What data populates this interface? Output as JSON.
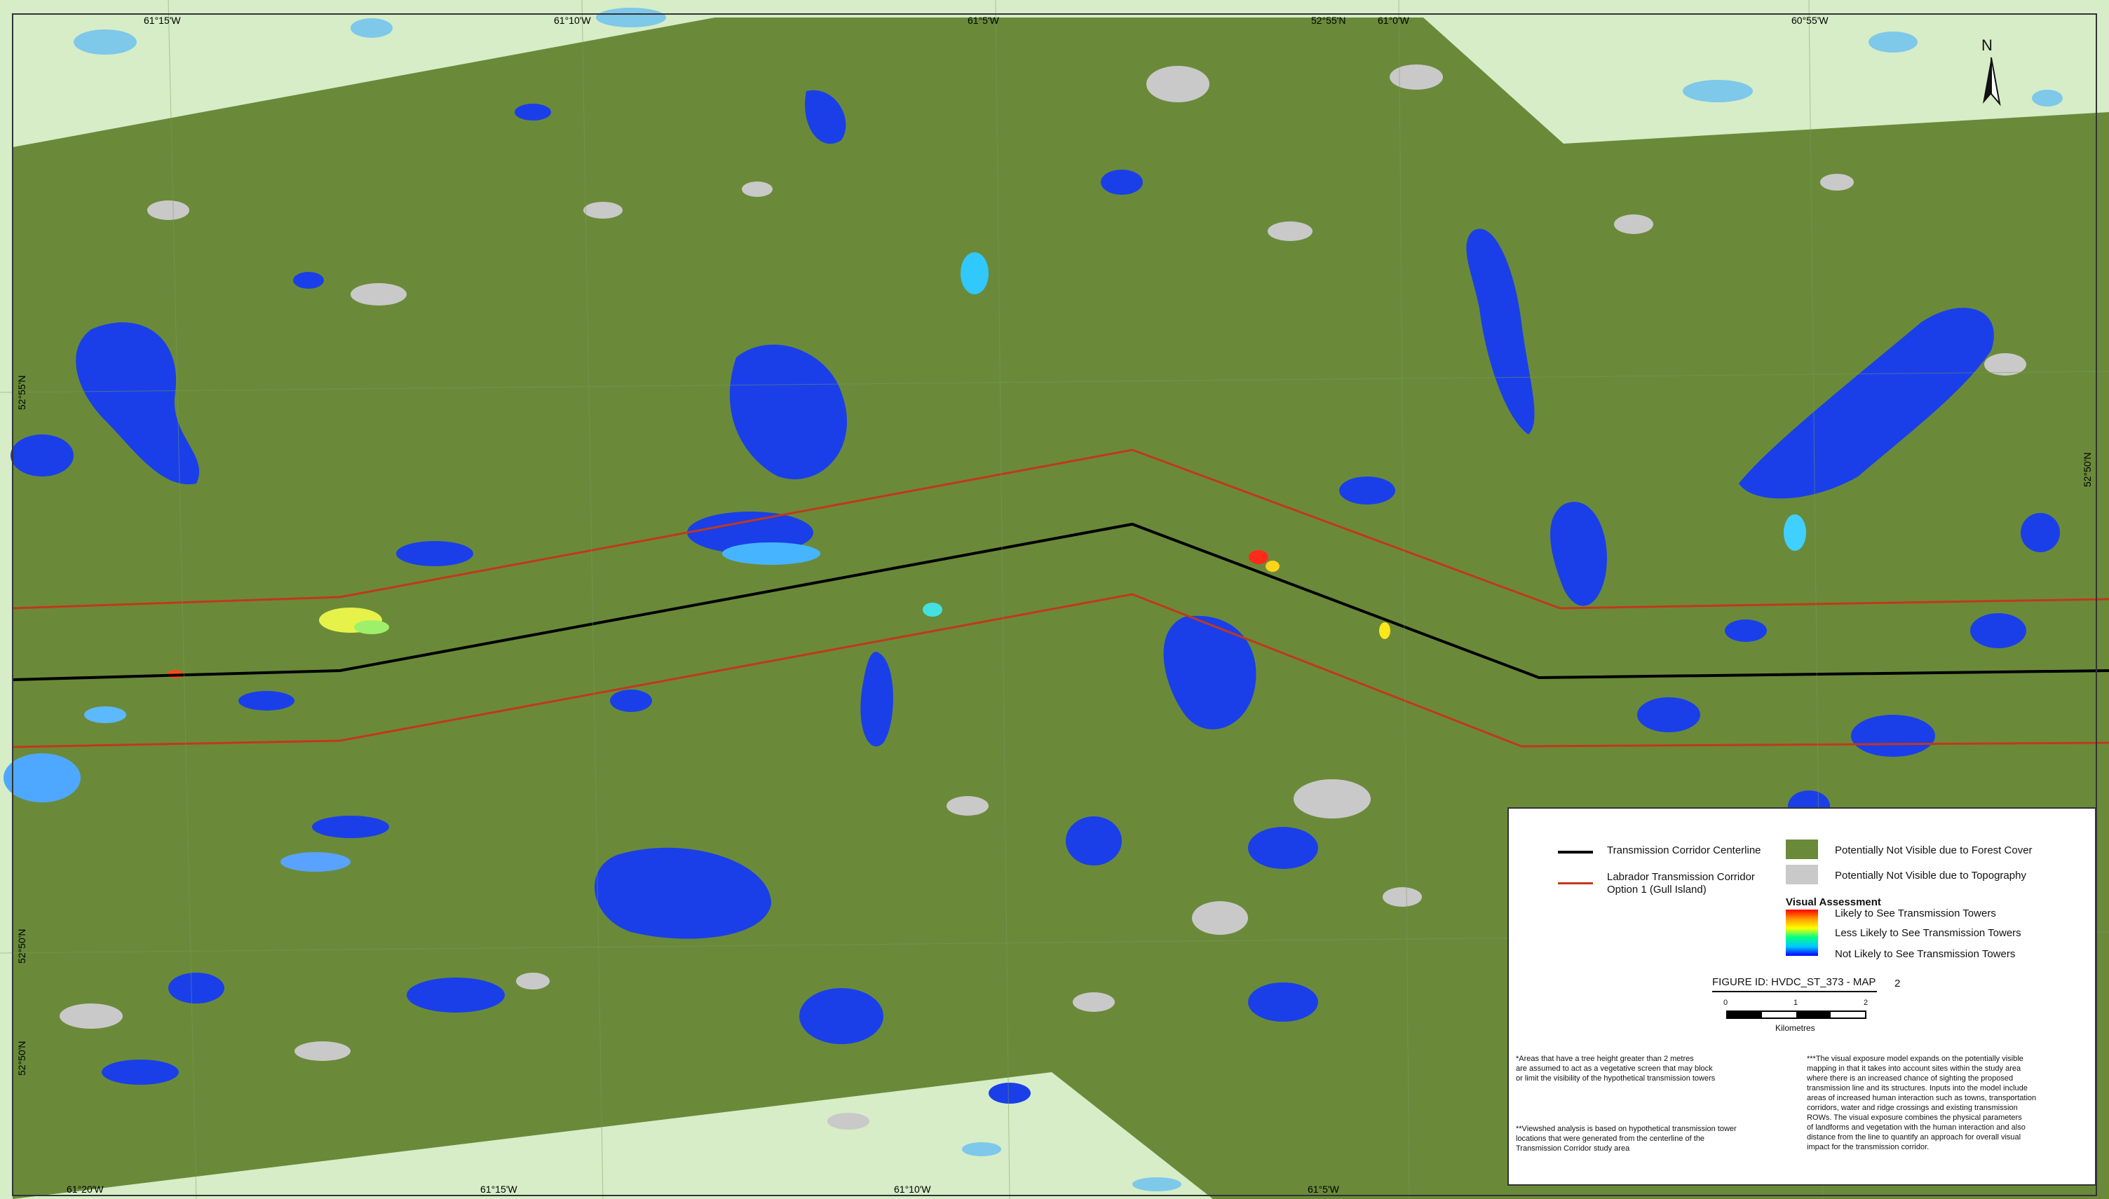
{
  "top_ticks": [
    "61°15'W",
    "61°10'W",
    "61°5'W",
    "52°55'N",
    "61°0'W",
    "60°55'W"
  ],
  "bottom_ticks": [
    "61°20'W",
    "61°15'W",
    "61°10'W",
    "61°5'W"
  ],
  "left_ticks": [
    "52°55'N",
    "52°50'N",
    "52°50'N"
  ],
  "right_ticks": [
    "52°50'N"
  ],
  "north_label": "N",
  "colors": {
    "forest": "#6a8a3a",
    "topography": "#c9c9c9",
    "outside": "#d6edc8",
    "water": "#4aa3df",
    "corridor": "#c0391b",
    "centerline": "#000000"
  },
  "legend": {
    "centerline": "Transmission Corridor Centerline",
    "corridor_line1": "Labrador Transmission Corridor",
    "corridor_line2": "Option 1 (Gull Island)",
    "forest": "Potentially Not Visible due to Forest Cover",
    "topography": "Potentially Not Visible due to Topography",
    "visual_title": "Visual Assessment",
    "likely": "Likely to See Transmission Towers",
    "less_likely": "Less Likely to See Transmission Towers",
    "not_likely": "Not Likely to See Transmission Towers",
    "figure_id": "FIGURE ID: HVDC_ST_373 - MAP",
    "map_number": "2",
    "scale_ticks": [
      "0",
      "1",
      "2"
    ],
    "scale_unit": "Kilometres",
    "note1": "*Areas that have a tree height greater than 2 metres\nare assumed to act as a vegetative screen that may block\nor limit the visibility of the hypothetical transmission towers",
    "note2": "**Viewshed analysis is based on hypothetical transmission tower\nlocations that were generated from the centerline of the\nTransmission Corridor study area",
    "note3": "***The visual exposure model expands on the potentially visible\nmapping in that it takes into account sites within the study area\n where there is an increased chance of sighting the proposed\ntransmission line and its structures.  Inputs into the model include\nareas of increased human interaction such as towns, transportation\n corridors, water and ridge crossings and existing transmission\nROWs.  The visual exposure combines the physical parameters\n of landforms and vegetation with the human interaction and also\ndistance from the line to quantify an approach for overall visual\nimpact for the transmission corridor."
  }
}
